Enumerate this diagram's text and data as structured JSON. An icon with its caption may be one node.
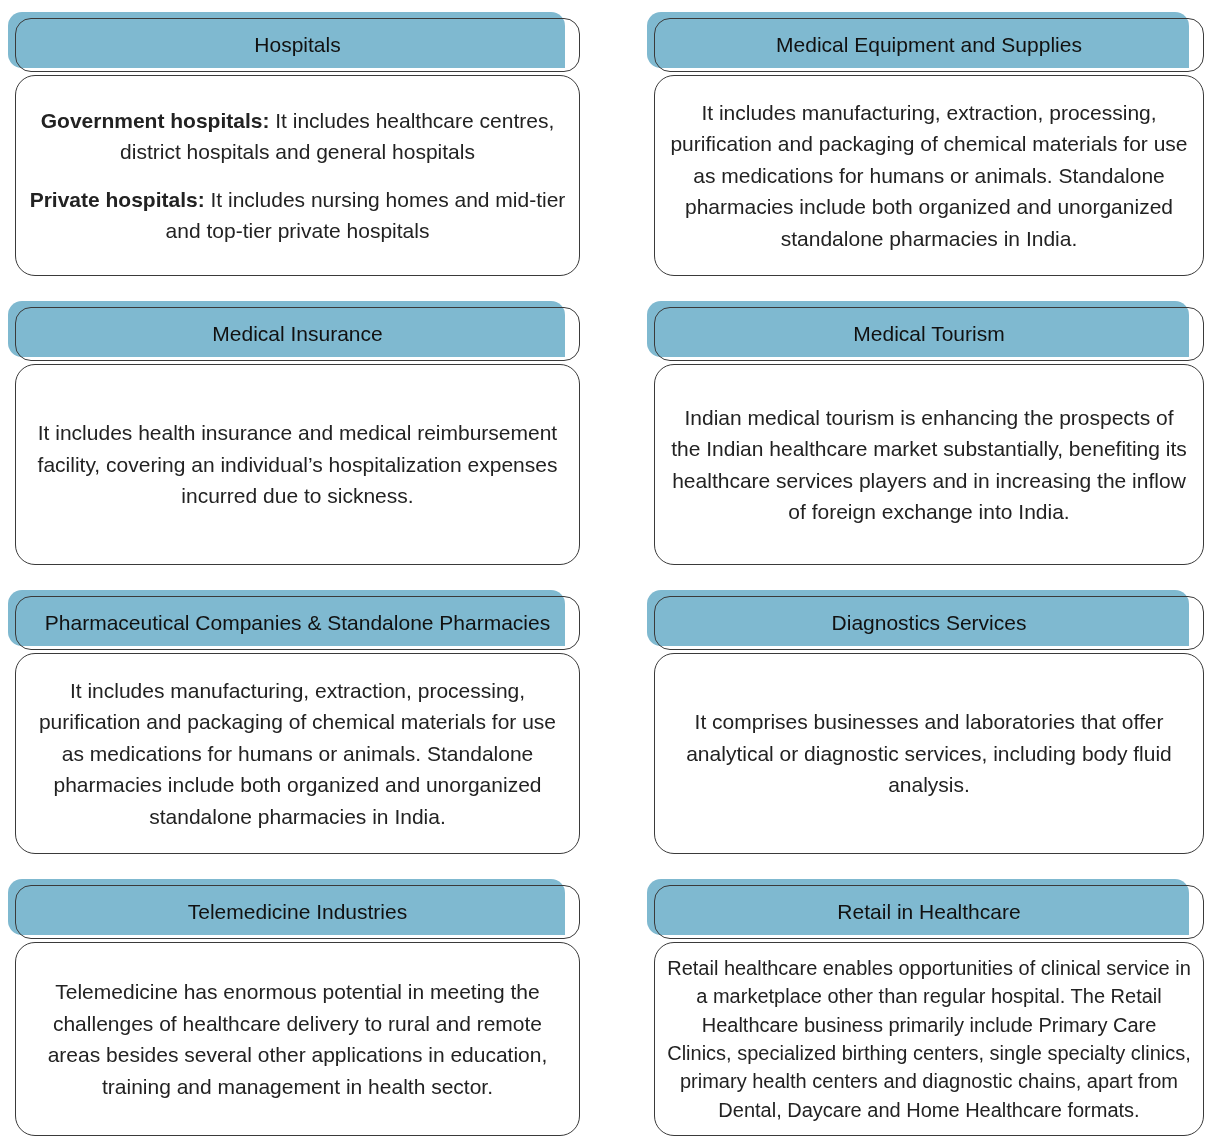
{
  "diagram": {
    "nodes": [
      {
        "text": [
          "Hospitals"
        ]
      },
      {
        "text": [
          "**Government hospitals:**  It includes healthcare centres, district hospitals and general hospitals",
          "**Private hospitals:**  It includes nursing homes and mid-tier and top-tier private hospitals"
        ]
      },
      {
        "text": [
          "Medical Equipment and Supplies"
        ]
      },
      {
        "text": [
          "It includes manufacturing, extraction, processing, purification and packaging of chemical materials for use as medications for humans or animals. Standalone pharmacies include both organized and unorganized standalone pharmacies in India."
        ]
      },
      {
        "text": [
          "Medical Insurance"
        ]
      },
      {
        "text": [
          "It includes health insurance and medical reimbursement facility, covering an individual’s hospitalization expenses incurred due to sickness."
        ]
      },
      {
        "text": [
          "Medical Tourism"
        ]
      },
      {
        "text": [
          "Indian medical tourism is enhancing the prospects of the Indian healthcare market substantially, benefiting its healthcare services players and in increasing the inflow of foreign exchange into India."
        ]
      },
      {
        "text": [
          "Pharmaceutical Companies & Standalone Pharmacies"
        ]
      },
      {
        "text": [
          "It includes manufacturing, extraction, processing, purification and packaging of chemical materials for use as medications for humans or animals. Standalone pharmacies include both organized and unorganized standalone pharmacies in India."
        ]
      },
      {
        "text": [
          "Diagnostics Services"
        ]
      },
      {
        "text": [
          "It comprises businesses and laboratories that offer analytical or diagnostic services, including body fluid analysis."
        ]
      },
      {
        "text": [
          "Telemedicine Industries"
        ]
      },
      {
        "text": [
          "Telemedicine has enormous potential in meeting the challenges of healthcare delivery to rural and remote areas besides several other applications in education, training and management in health sector."
        ]
      },
      {
        "text": [
          "Retail in Healthcare"
        ]
      },
      {
        "text": [
          "Retail healthcare enables opportunities of clinical service in a marketplace other than regular hospital. The Retail Healthcare business primarily include Primary Care Clinics, specialized birthing centers, single specialty clinics, primary health centers and diagnostic chains, apart from Dental, Daycare and Home Healthcare formats."
        ]
      }
    ]
  }
}
